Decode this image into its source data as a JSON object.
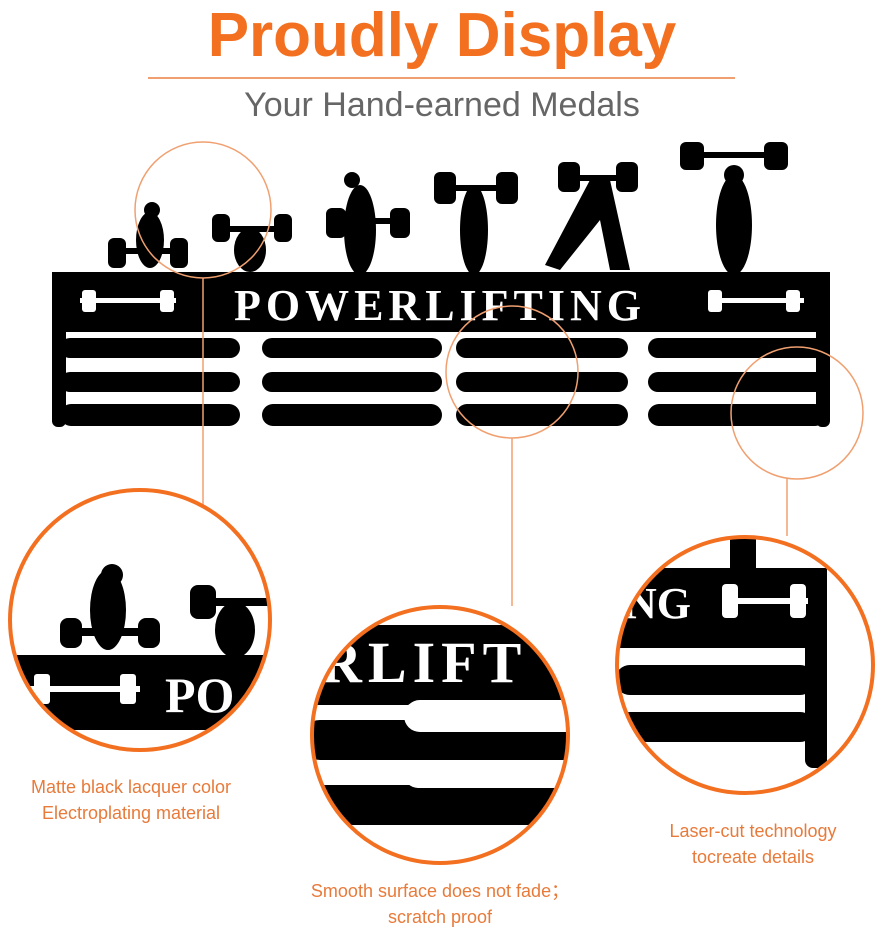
{
  "header": {
    "title": "Proudly Display",
    "subtitle": "Your Hand-earned Medals"
  },
  "product": {
    "rack_text": "POWERLIFTING",
    "zoom_left_text": "PO",
    "zoom_middle_text": "RLIFT",
    "zoom_right_text": "NG"
  },
  "features": [
    {
      "line1": "Matte black lacquer color",
      "line2": "Electroplating material"
    },
    {
      "line1": "Smooth surface does not fade；",
      "line2": "scratch proof"
    },
    {
      "line1": "Laser-cut technology",
      "line2": "tocreate details"
    }
  ],
  "colors": {
    "accent": "#f37021",
    "subtitle": "#666666",
    "product": "#000000"
  }
}
